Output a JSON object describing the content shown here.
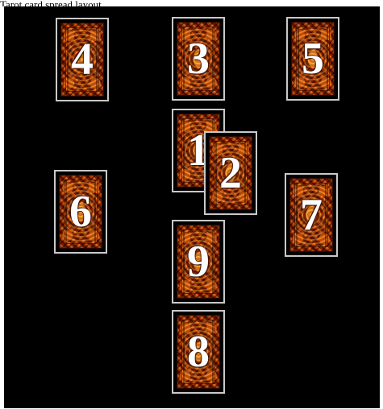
{
  "top_link": {
    "text": "Tarot card spread layout"
  },
  "spread": {
    "cards": [
      {
        "position_label": "4"
      },
      {
        "position_label": "3"
      },
      {
        "position_label": "5"
      },
      {
        "position_label": "1"
      },
      {
        "position_label": "2"
      },
      {
        "position_label": "6"
      },
      {
        "position_label": "7"
      },
      {
        "position_label": "9"
      },
      {
        "position_label": "8"
      }
    ]
  },
  "colors": {
    "background": "#000000",
    "card_border": "#c9c9c9",
    "card_pattern_primary": "#f07a20",
    "card_pattern_dark": "#5c1800",
    "number_text": "#ffffff"
  },
  "icons": {
    "card_back": "ornate-orange-card-back-icon"
  }
}
